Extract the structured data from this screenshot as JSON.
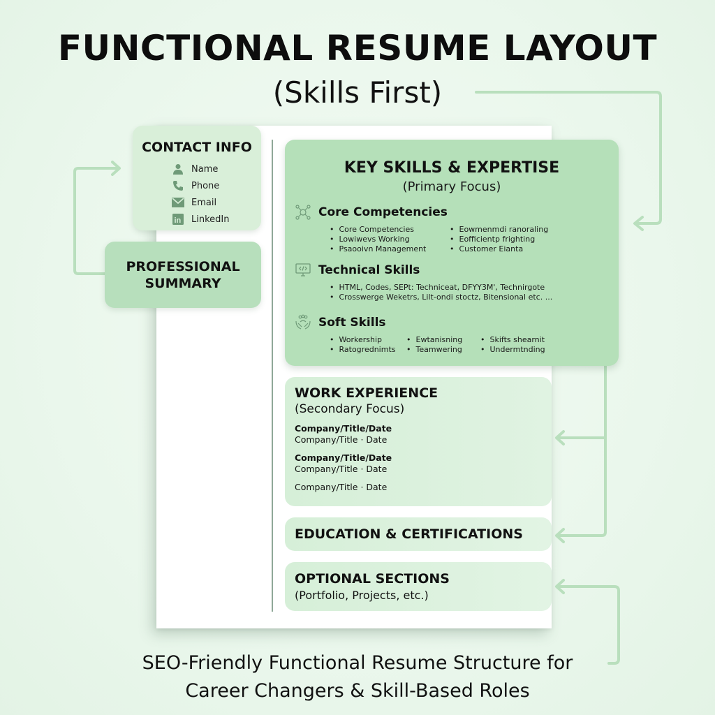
{
  "header": {
    "title": "FUNCTIONAL RESUME LAYOUT",
    "subtitle": "(Skills First)"
  },
  "contact": {
    "title": "CONTACT INFO",
    "items": [
      {
        "icon": "person-icon",
        "label": "Name"
      },
      {
        "icon": "phone-icon",
        "label": "Phone"
      },
      {
        "icon": "email-icon",
        "label": "Email"
      },
      {
        "icon": "linkedin-icon",
        "label": "LinkedIn"
      }
    ]
  },
  "summary": {
    "line1": "PROFESSIONAL",
    "line2": "SUMMARY"
  },
  "skills": {
    "title": "KEY SKILLS & EXPERTISE",
    "subtitle": "(Primary Focus)",
    "groups": [
      {
        "icon": "network-icon",
        "title": "Core Competencies",
        "items": [
          "Core Competencies",
          "Eowmenmdi ranoraling",
          "Lowiwevs Working",
          "Eofficientp frighting",
          "Psaooivn Management",
          "Customer Eianta"
        ]
      },
      {
        "icon": "code-monitor-icon",
        "title": "Technical Skills",
        "items": [
          "HTML, Codes, SEPt: Techniceat, DFYY3M', Technirgote",
          "Crosswerge Weketrs, Lilt-ondi stoctz, Bitensional etc. ..."
        ]
      },
      {
        "icon": "hands-people-icon",
        "title": "Soft Skills",
        "items": [
          "Workership",
          "Ewtanisning",
          "Skifts shearnit",
          "Ratogrednimts",
          "Teamwering",
          "Undermtnding"
        ]
      }
    ]
  },
  "work": {
    "title": "WORK EXPERIENCE",
    "subtitle": "(Secondary Focus)",
    "entries": [
      {
        "bold": "Company/Title/Date",
        "line": "Company/Title · Date"
      },
      {
        "bold": "Company/Title/Date",
        "line": "Company/Title · Date"
      },
      {
        "bold": "",
        "line": "Company/Title · Date"
      }
    ]
  },
  "education": {
    "title": "EDUCATION & CERTIFICATIONS"
  },
  "optional": {
    "title": "OPTIONAL SECTIONS",
    "subtitle": "(Portfolio, Projects, etc.)"
  },
  "footer": {
    "line1": "SEO-Friendly Functional Resume Structure for",
    "line2": "Career Changers & Skill-Based Roles"
  },
  "colors": {
    "background": "#eaf7ec",
    "primary_box": "#b5e0b9",
    "secondary_box": "#d6efd8",
    "arrow": "#b9dfbd",
    "icon": "#6f9a78"
  }
}
